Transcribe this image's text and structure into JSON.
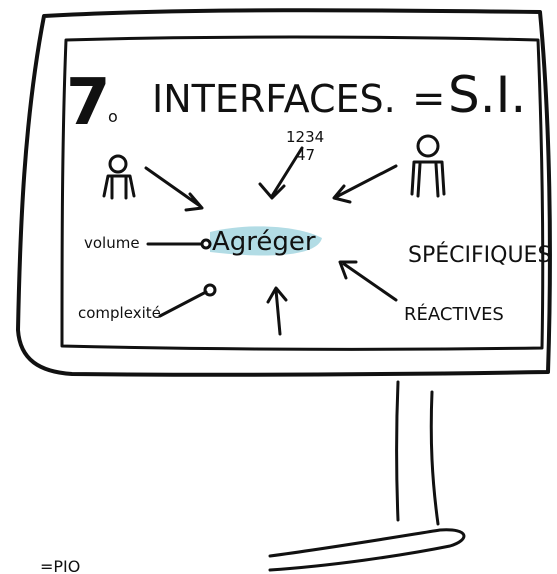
{
  "sketch": {
    "number": "7",
    "number_dot": "o",
    "title": "INTERFACES.",
    "equals": "=",
    "si": "S.I.",
    "top_numbers_line1": "1234",
    "top_numbers_line2": "47",
    "center_word": "Agréger",
    "left_label": "volume",
    "bottom_left_label": "complexité",
    "right_label_top": "SPÉCIFIQUES",
    "right_label_bottom": "RÉACTIVES",
    "bottom_fragment": "=PIO"
  },
  "colors": {
    "ink": "#111111",
    "accent_number": "#c2185b",
    "highlight": "#9fd3de"
  },
  "icons": [
    "person-icon-left",
    "person-icon-right"
  ]
}
